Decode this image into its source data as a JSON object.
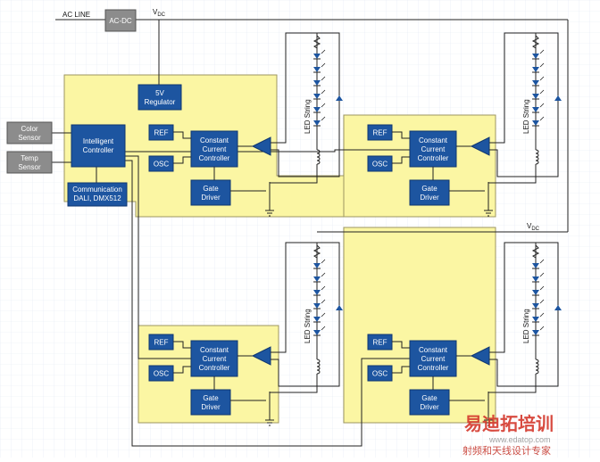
{
  "labels": {
    "ac_line": "AC LINE",
    "ac_dc": "AC-DC",
    "vdc": "V",
    "vdc_sub": "DC",
    "regulator_line1": "5V",
    "regulator_line2": "Regulator",
    "ref": "REF",
    "osc": "OSC",
    "ccc_line1": "Constant",
    "ccc_line2": "Current",
    "ccc_line3": "Controller",
    "gate_line1": "Gate",
    "gate_line2": "Driver",
    "ic_line1": "Intelligent",
    "ic_line2": "Controller",
    "comm_line1": "Communication",
    "comm_line2": "DALI, DMX512",
    "color_line1": "Color",
    "color_line2": "Sensor",
    "temp_line1": "Temp",
    "temp_line2": "Sensor",
    "led_string": "LED String"
  },
  "watermark": {
    "brand": "易迪拓培训",
    "site": "www.edatop.com",
    "tagline": "射频和天线设计专家"
  },
  "colors": {
    "block": "#1d55a0",
    "panel": "#fbf6a3",
    "sensor": "#8c8c8c",
    "watermark": "#d4382c"
  }
}
